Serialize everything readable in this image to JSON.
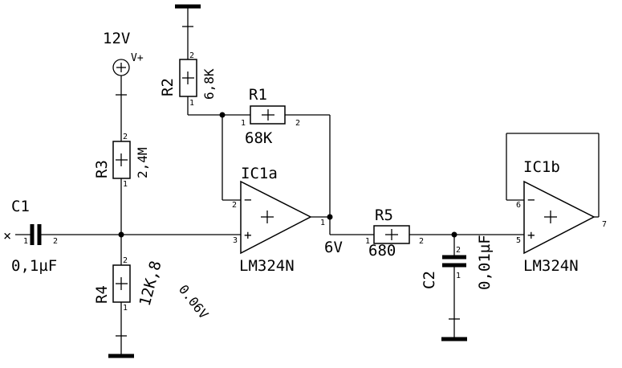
{
  "supply": {
    "voltage": "12V",
    "name": "V+"
  },
  "c1": {
    "ref": "C1",
    "value": "0,1µF",
    "pin1": "1",
    "pin2": "2"
  },
  "c2": {
    "ref": "C2",
    "value": "0,01µF",
    "pin1": "1",
    "pin2": "2"
  },
  "r1": {
    "ref": "R1",
    "value": "68K",
    "pin1": "1",
    "pin2": "2"
  },
  "r2": {
    "ref": "R2",
    "value": "6,8K",
    "pin1": "1",
    "pin2": "2"
  },
  "r3": {
    "ref": "R3",
    "value": "2,4M",
    "pin1": "1",
    "pin2": "2"
  },
  "r4": {
    "ref": "R4",
    "value": "12K,8",
    "pin1": "1",
    "pin2": "2"
  },
  "r5": {
    "ref": "R5",
    "value": "680",
    "pin1": "1",
    "pin2": "2"
  },
  "ic1a": {
    "ref": "IC1a",
    "part": "LM324N",
    "pin_inv": "2",
    "pin_noninv": "3",
    "pin_out": "1"
  },
  "ic1b": {
    "ref": "IC1b",
    "part": "LM324N",
    "pin_inv": "6",
    "pin_noninv": "5",
    "pin_out": "7"
  },
  "nets": {
    "bias_voltage": "0.06V",
    "output_voltage": "6V"
  },
  "symbols": {
    "minus": "−",
    "plus": "+",
    "input_marker": "×"
  }
}
